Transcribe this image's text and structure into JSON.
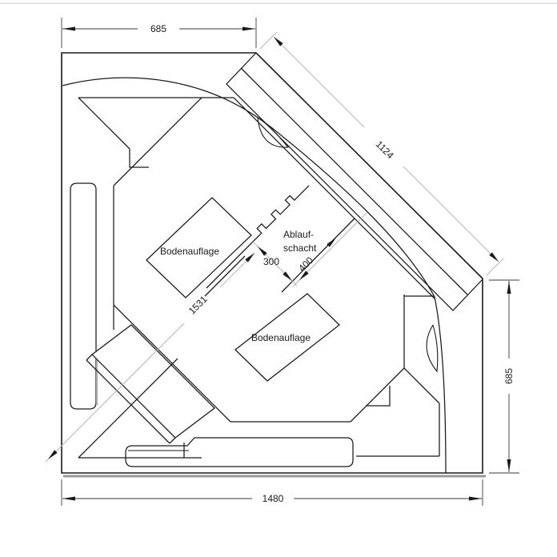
{
  "drawing": {
    "title": "corner-bathtub-carrier-plan-view",
    "labels": {
      "plate1": "Bodenauflage",
      "plate2": "Bodenauflage",
      "drain_line1": "Ablauf-",
      "drain_line2": "schacht"
    },
    "dimensions": {
      "top_width": "685",
      "diagonal_edge": "1124",
      "right_height": "685",
      "bottom_width": "1480",
      "inner_diagonal": "1531",
      "drain_width": "300",
      "drain_length": "400"
    },
    "colors": {
      "line": "#1a1a1a",
      "dimension_line": "#b5b5b5",
      "shadow": "#999999",
      "background": "#ffffff"
    }
  }
}
